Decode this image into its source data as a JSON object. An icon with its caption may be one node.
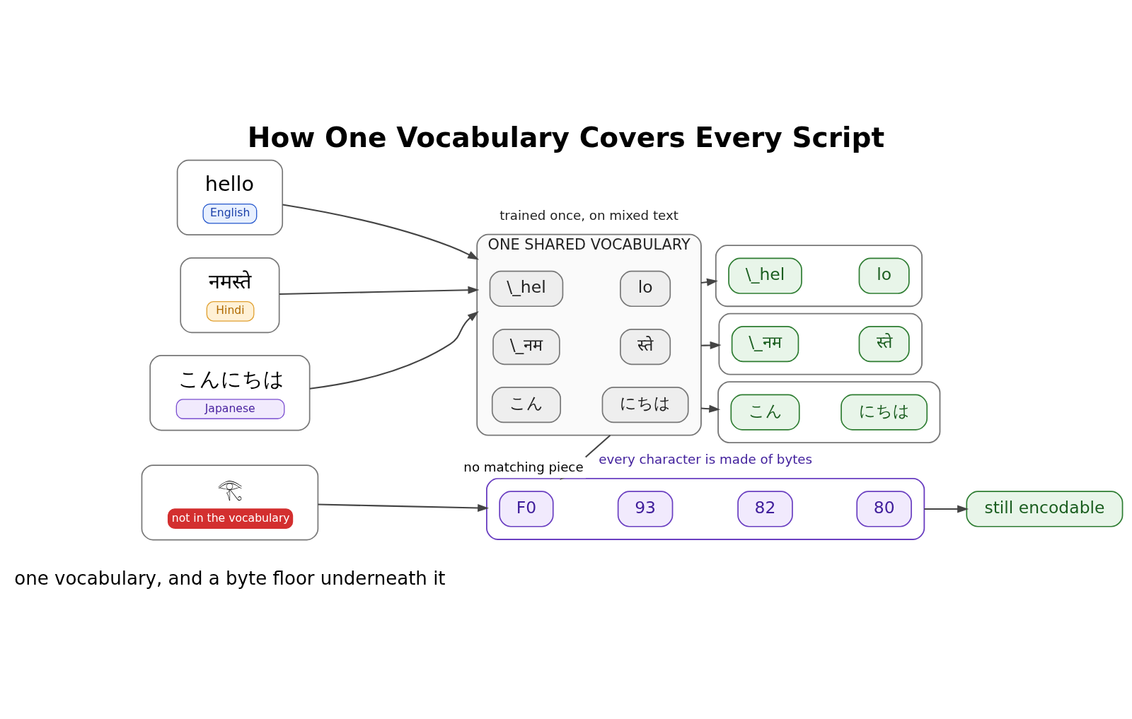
{
  "diagram": {
    "title": "How One Vocabulary Covers Every Script",
    "caption": "one vocabulary, and a byte floor underneath it",
    "nodes": [
      {
        "text": [
          "hello",
          "English"
        ]
      },
      {
        "text": [
          "नमस्ते",
          "Hindi"
        ]
      },
      {
        "text": [
          "こんにちは",
          "Japanese"
        ]
      },
      {
        "text": [
          "ONE SHARED VOCABULARY"
        ],
        "beside": [
          "trained once, on mixed text"
        ]
      },
      {
        "text": [
          "\\_hel"
        ],
        "in": 3
      },
      {
        "text": [
          "lo"
        ],
        "in": 3
      },
      {
        "text": [
          "\\_नम"
        ],
        "in": 3
      },
      {
        "text": [
          "स्ते"
        ],
        "in": 3
      },
      {
        "text": [
          "こん"
        ],
        "in": 3
      },
      {
        "text": [
          "にちは"
        ],
        "in": 3
      },
      {
        "text": [],
        "shape": "box"
      },
      {
        "text": [
          "\\_hel"
        ],
        "in": 10
      },
      {
        "text": [
          "lo"
        ],
        "in": 10
      },
      {
        "text": [],
        "shape": "box"
      },
      {
        "text": [
          "\\_नम"
        ],
        "in": 13
      },
      {
        "text": [
          "स्ते"
        ],
        "in": 13
      },
      {
        "text": [],
        "shape": "box"
      },
      {
        "text": [
          "こん"
        ],
        "in": 16
      },
      {
        "text": [
          "にちは"
        ],
        "in": 16
      },
      {
        "text": [
          "𓂀",
          "not in the vocabulary"
        ]
      },
      {
        "text": [],
        "shape": "box",
        "beside": [
          "every character is made of bytes"
        ]
      },
      {
        "text": [
          "F0"
        ],
        "in": 20
      },
      {
        "text": [
          "93"
        ],
        "in": 20
      },
      {
        "text": [
          "82"
        ],
        "in": 20
      },
      {
        "text": [
          "80"
        ],
        "in": 20
      },
      {
        "text": [
          "still encodable"
        ]
      }
    ],
    "edges": [
      {
        "from": 0,
        "to": 3,
        "arrow": "to"
      },
      {
        "from": 1,
        "to": 3,
        "arrow": "to"
      },
      {
        "from": 2,
        "to": 3,
        "arrow": "to"
      },
      {
        "from": 3,
        "to": 10,
        "arrow": "to"
      },
      {
        "from": 3,
        "to": 13,
        "arrow": "to"
      },
      {
        "from": 3,
        "to": 16,
        "arrow": "to"
      },
      {
        "from": 3,
        "to": 20,
        "arrow": "to",
        "label": "no matching piece"
      },
      {
        "from": 19,
        "to": 20,
        "arrow": "to"
      },
      {
        "from": 20,
        "to": 25,
        "arrow": "to"
      }
    ]
  }
}
